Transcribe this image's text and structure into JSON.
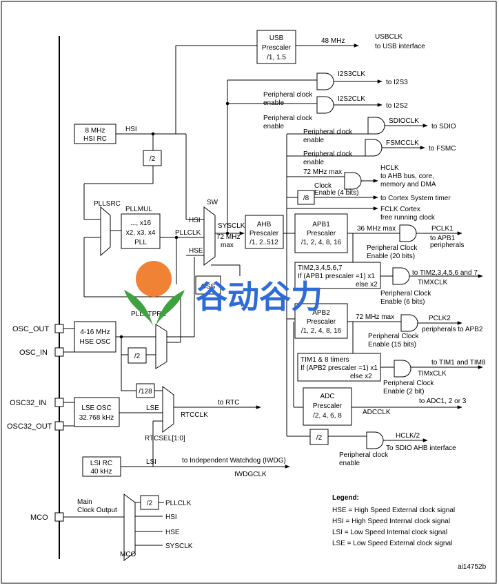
{
  "watermark": {
    "text": "谷动谷力",
    "color": "#2d6bd8",
    "logo_sun_color": "#f08236",
    "logo_leaf_color": "#3ea33e"
  },
  "pins": {
    "osc_out": "OSC_OUT",
    "osc_in": "OSC_IN",
    "osc32_in": "OSC32_IN",
    "osc32_out": "OSC32_OUT",
    "mco": "MCO"
  },
  "sources": {
    "hsi_rc": [
      "8 MHz",
      "HSI RC"
    ],
    "hse_osc": [
      "4-16 MHz",
      "HSE OSC"
    ],
    "lse_osc": [
      "LSE OSC",
      "32.768 kHz"
    ],
    "lsi_rc": [
      "LSI RC",
      "40 kHz"
    ]
  },
  "blocks": {
    "usb_prescaler": [
      "USB",
      "Prescaler",
      "/1, 1.5"
    ],
    "ahb_prescaler": [
      "AHB",
      "Prescaler",
      "/1, 2..512"
    ],
    "apb1_prescaler": [
      "APB1",
      "Prescaler",
      "/1, 2, 4, 8, 16"
    ],
    "apb2_prescaler": [
      "APB2",
      "Prescaler",
      "/1, 2, 4, 8, 16"
    ],
    "adc_prescaler": [
      "ADC",
      "Prescaler",
      "/2, 4, 6, 8"
    ],
    "pll": [
      "..., x16",
      "x2, x3, x4",
      "PLL"
    ],
    "tim2_7": [
      "TIM2,3,4,5,6,7",
      "If (APB1 prescaler =1) x1",
      "else  x2"
    ],
    "tim1_8": [
      "TIM1 & 8 timers",
      "If (APB2 prescaler =1) x1",
      "else x2"
    ],
    "css": "CSS"
  },
  "dividers": {
    "hsi_div2": "/2",
    "hse_div2": "/2",
    "hse_div128": "/128",
    "cortex_div8": "/8",
    "sdio_div2": "/2",
    "mco_div2": "/2"
  },
  "labels": {
    "hsi": "HSI",
    "hse": "HSE",
    "lse": "LSE",
    "lsi": "LSI",
    "pllsrc": "PLLSRC",
    "pllmul": "PLLMUL",
    "pllclk": "PLLCLK",
    "pllxtpre": "PLLXTPRE",
    "sw": "SW",
    "sysclk": "SYSCLK",
    "sysclk_max": [
      "72 MHz",
      "max"
    ],
    "rtcsel": "RTCSEL[1:0]",
    "mco_mux": "MCO",
    "main_clock_output": [
      "Main",
      "Clock Output"
    ],
    "usb_freq": "48 MHz",
    "hclk_max": "72 MHz max",
    "apb1_max": "36 MHz max",
    "apb2_max": "72 MHz max",
    "peripheral_clock_enable": [
      "Peripheral clock",
      "enable"
    ],
    "clock_enable_4": [
      "Clock",
      "Enable (4 bits)"
    ],
    "pce_pclk1": [
      "Peripheral Clock",
      "Enable (20 bits)"
    ],
    "pce_timx": [
      "Peripheral Clock",
      "Enable (6 bits)"
    ],
    "pce_pclk2": [
      "Peripheral Clock",
      "Enable (15 bits)"
    ],
    "pce_tim18": [
      "Peripheral Clock",
      "Enable (2 bit)"
    ]
  },
  "outputs": {
    "usbclk": [
      "USBCLK",
      "to USB interface"
    ],
    "i2s3": [
      "I2S3CLK",
      "to I2S3"
    ],
    "i2s2": [
      "I2S2CLK",
      "to I2S2"
    ],
    "sdio": [
      "SDIOCLK",
      "to SDIO"
    ],
    "fsmc": [
      "FSMCCLK",
      "to FSMC"
    ],
    "hclk": [
      "HCLK",
      "to AHB bus, core,",
      "memory and DMA"
    ],
    "cortex_timer": "to Cortex System timer",
    "fclk": [
      "FCLK Cortex",
      "free running clock"
    ],
    "pclk1": [
      "PCLK1",
      "to APB1",
      "peripherals"
    ],
    "timxclk": [
      "to TIM2,3,4,5,6 and 7",
      "TIMXCLK"
    ],
    "pclk2": [
      "PCLK2",
      "peripherals to APB2"
    ],
    "tim1clk": [
      "to TIM1 and TIM8",
      "TIMxCLK"
    ],
    "adc": [
      "to ADC1, 2 or 3",
      "ADCCLK"
    ],
    "hclk2": [
      "HCLK/2",
      "To SDIO AHB interface"
    ],
    "rtc": [
      "to RTC",
      "RTCCLK"
    ],
    "iwdg": [
      "to Independent Watchdog (IWDG)",
      "IWDGCLK"
    ],
    "mco_inputs": [
      "PLLCLK",
      "HSI",
      "HSE",
      "SYSCLK"
    ]
  },
  "legend": {
    "title": "Legend:",
    "items": [
      "HSE = High Speed External clock signal",
      "HSI = High Speed Internal clock signal",
      "LSI = Low Speed Internal clock signal",
      "LSE = Low Speed External clock signal"
    ]
  },
  "figure_id": "ai14752b"
}
